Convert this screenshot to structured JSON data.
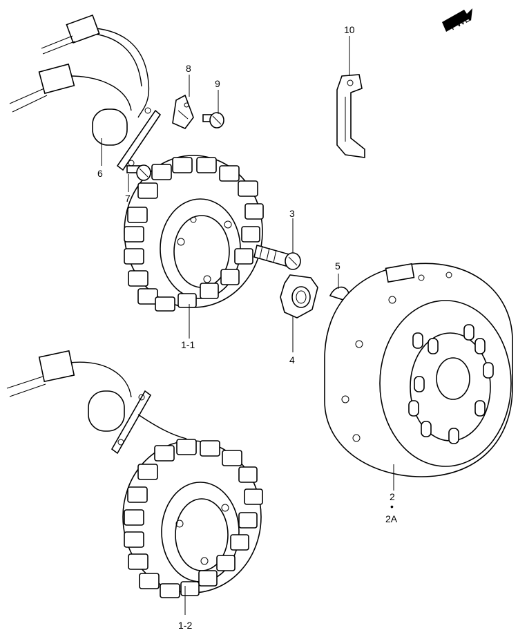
{
  "fwd_badge": "FWD",
  "callouts": {
    "c_10": "10",
    "c_8": "8",
    "c_9": "9",
    "c_6": "6",
    "c_7": "7",
    "c_3": "3",
    "c_5": "5",
    "c_1_1": "1-1",
    "c_4": "4",
    "c_2": "2",
    "c_dot": "•",
    "c_2a": "2A",
    "c_1_2": "1-2"
  },
  "colors": {
    "line": "#000000",
    "background": "#ffffff"
  }
}
